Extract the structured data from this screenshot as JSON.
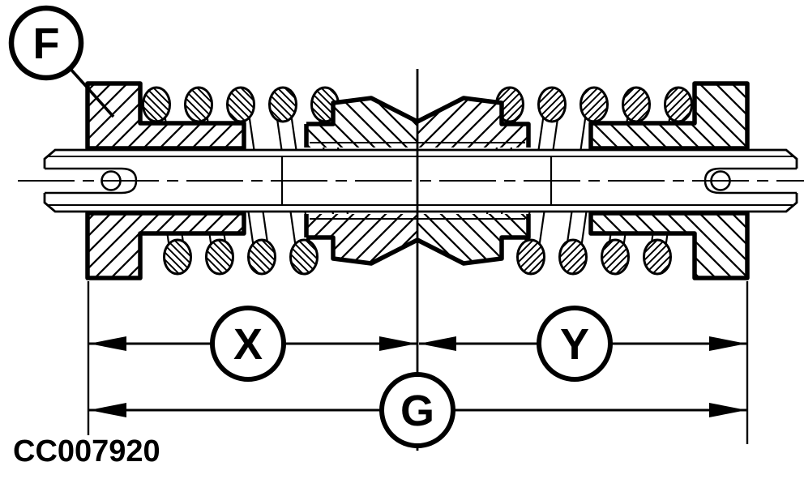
{
  "figure": {
    "type": "technical-cross-section-drawing",
    "part_code": "CC007920",
    "callouts": {
      "f": "F"
    },
    "dimensions": {
      "x": "X",
      "y": "Y",
      "g": "G"
    },
    "components": {
      "left_end_cap": "hatched end cap",
      "right_end_cap": "hatched end cap",
      "springs": "coil springs left and right",
      "center_sleeve": "v-groove center sleeve",
      "shaft": "slotted shaft with pin holes"
    },
    "colors": {
      "line": "#000000",
      "background": "#ffffff"
    }
  }
}
